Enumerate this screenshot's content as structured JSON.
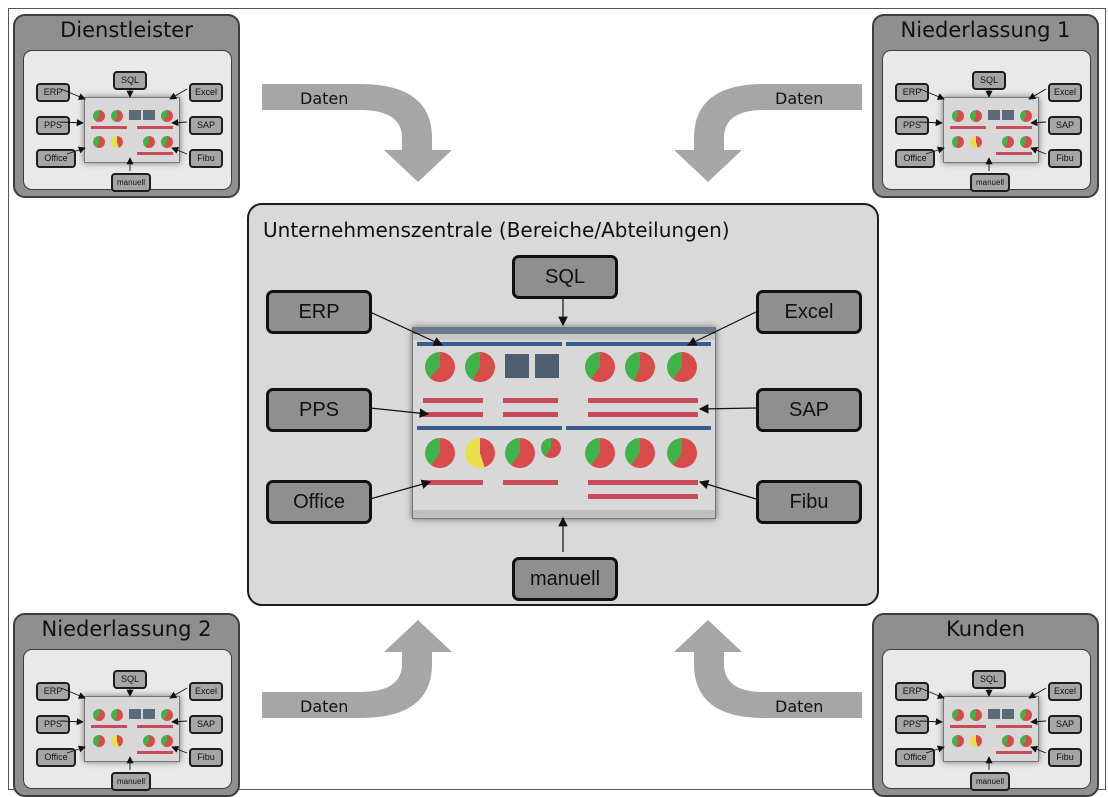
{
  "central": {
    "title": "Unternehmenszentrale (Bereiche/Abteilungen)",
    "sources": {
      "erp": "ERP",
      "sql": "SQL",
      "excel": "Excel",
      "pps": "PPS",
      "sap": "SAP",
      "office": "Office",
      "fibu": "Fibu",
      "manuell": "manuell"
    }
  },
  "corners": [
    {
      "title": "Dienstleister",
      "sources": {
        "erp": "ERP",
        "sql": "SQL",
        "excel": "Excel",
        "pps": "PPS",
        "sap": "SAP",
        "office": "Office",
        "fibu": "Fibu",
        "manuell": "manuell"
      }
    },
    {
      "title": "Niederlassung 1",
      "sources": {
        "erp": "ERP",
        "sql": "SQL",
        "excel": "Excel",
        "pps": "PPS",
        "sap": "SAP",
        "office": "Office",
        "fibu": "Fibu",
        "manuell": "manuell"
      }
    },
    {
      "title": "Niederlassung 2",
      "sources": {
        "erp": "ERP",
        "sql": "SQL",
        "excel": "Excel",
        "pps": "PPS",
        "sap": "SAP",
        "office": "Office",
        "fibu": "Fibu",
        "manuell": "manuell"
      }
    },
    {
      "title": "Kunden",
      "sources": {
        "erp": "ERP",
        "sql": "SQL",
        "excel": "Excel",
        "pps": "PPS",
        "sap": "SAP",
        "office": "Office",
        "fibu": "Fibu",
        "manuell": "manuell"
      }
    }
  ],
  "flows": {
    "top_left": "Daten",
    "top_right": "Daten",
    "bottom_left": "Daten",
    "bottom_right": "Daten"
  },
  "colors": {
    "box_fill": "#8f8f8f",
    "main_fill": "#d9d9d9",
    "arrow_fill": "#a6a6a6",
    "gauge_red": "#d94b4b",
    "gauge_green": "#3fb34a",
    "gauge_yellow": "#e8e04a"
  }
}
